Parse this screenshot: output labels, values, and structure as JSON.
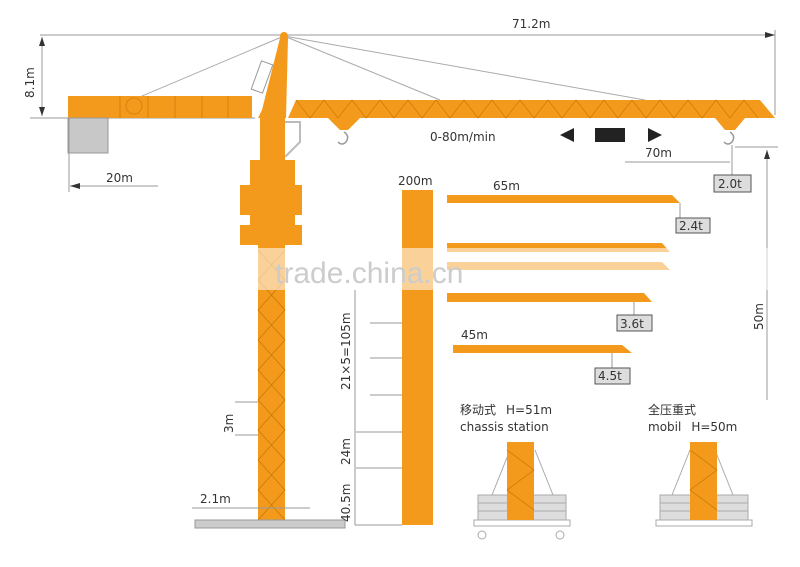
{
  "colors": {
    "crane": "#f39a1c",
    "counterweight": "#c8c8c8",
    "dimension": "#999999"
  },
  "dimensions": {
    "total_length": "71.2m",
    "top_height": "8.1m",
    "counter_jib": "20m",
    "jib_reach": "70m",
    "free_height": "50m",
    "max_height": "200m",
    "section_height": "3m",
    "mast_width": "2.1m",
    "section_sum": "21×5=105m",
    "seg_24": "24m",
    "seg_40": "40.5m"
  },
  "speed": "0-80m/min",
  "loads": [
    {
      "reach": "",
      "load": "2.0t"
    },
    {
      "reach": "65m",
      "load": "2.4t"
    },
    {
      "reach": "",
      "load": "3.6t"
    },
    {
      "reach": "45m",
      "load": "4.5t"
    }
  ],
  "variants": [
    {
      "cn": "移动式",
      "height": "H=51m",
      "en": "chassis station"
    },
    {
      "cn": "全压重式",
      "height": "H=50m",
      "en": "mobil"
    }
  ],
  "watermark": "trade.china.cn"
}
